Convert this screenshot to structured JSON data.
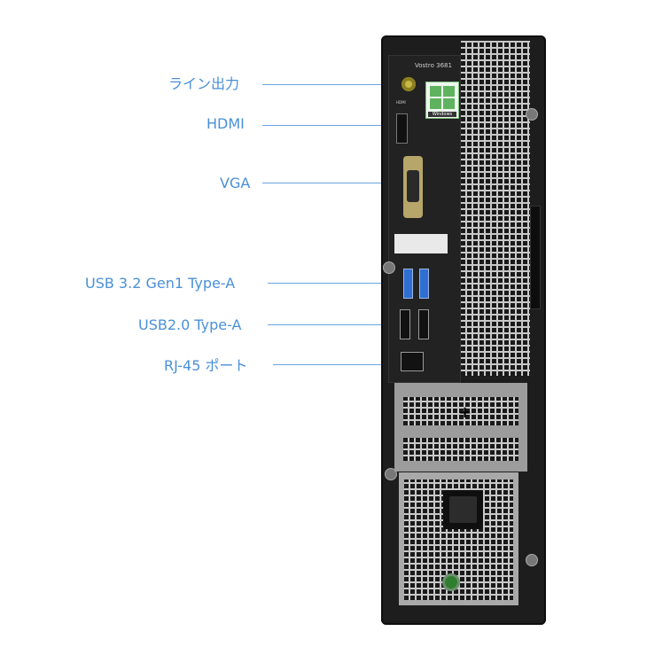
{
  "product": {
    "model_label": "Vostro 3681",
    "hdmi_port_tag": "HDMI",
    "os_badge": "Windows"
  },
  "callouts": [
    {
      "label": "ライン出力"
    },
    {
      "label": "HDMI"
    },
    {
      "label": "VGA"
    },
    {
      "label": "USB 3.2 Gen1 Type-A"
    },
    {
      "label": "USB2.0 Type-A"
    },
    {
      "label": "RJ-45 ポート"
    }
  ],
  "colors": {
    "callout_text": "#4a90d9",
    "leader_line": "#6aa6e0",
    "case_body": "#1d1d1d",
    "usb3_port": "#2e6fd1",
    "audio_jack": "#c8b84a"
  }
}
